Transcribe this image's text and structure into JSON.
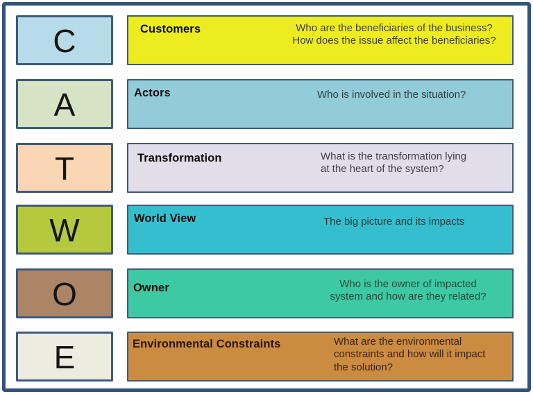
{
  "palette": {
    "frame_border": "#33527a",
    "box_border": "#3d5a7d",
    "background": "#ffffff"
  },
  "rows": [
    {
      "letter": "C",
      "letter_bg": "#b7dbe8",
      "title": "Customers",
      "title_color": "#0d0d0d",
      "bar_bg": "#edec21",
      "description": "Who are the beneficiaries of the business?\nHow does the issue affect the beneficiaries?",
      "desc_color": "#3f3f3f"
    },
    {
      "letter": "A",
      "letter_bg": "#d6e3c5",
      "title": "Actors",
      "title_color": "#0d0d0d",
      "bar_bg": "#92ccd9",
      "description": "Who is involved in the situation?",
      "desc_color": "#343c40"
    },
    {
      "letter": "T",
      "letter_bg": "#fbd6b4",
      "title": "Transformation",
      "title_color": "#0d0d0d",
      "bar_bg": "#e2dee9",
      "description": "What is the transformation lying\nat the heart of the system?",
      "desc_color": "#433f47"
    },
    {
      "letter": "W",
      "letter_bg": "#b5c83e",
      "title": "World View",
      "title_color": "#0d0d0d",
      "bar_bg": "#35bfce",
      "description": "The big picture and its impacts",
      "desc_color": "#253b41"
    },
    {
      "letter": "O",
      "letter_bg": "#ac8566",
      "title": "Owner",
      "title_color": "#0d0d0d",
      "bar_bg": "#3dc9a3",
      "description": "Who is the owner of impacted\nsystem and how are they related?",
      "desc_color": "#2c463d"
    },
    {
      "letter": "E",
      "letter_bg": "#edece1",
      "title": "Environmental Constraints",
      "title_color": "#2b1710",
      "bar_bg": "#cb8b41",
      "description": "What are the environmental\nconstraints and how will it impact\nthe solution?",
      "desc_color": "#3b2414"
    }
  ]
}
